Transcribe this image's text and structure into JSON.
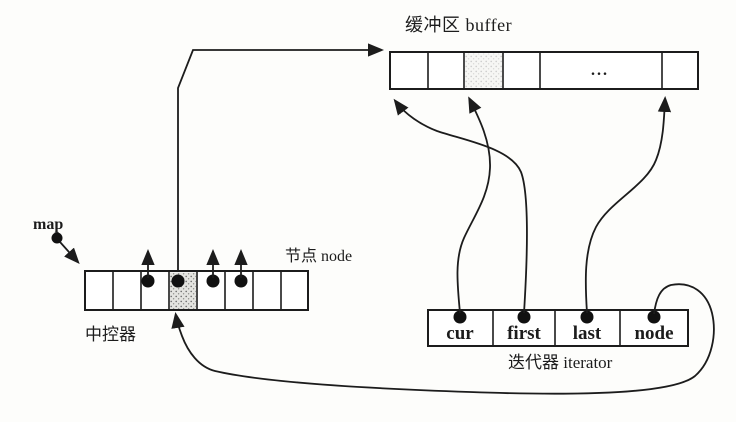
{
  "buffer": {
    "label": "缓冲区 buffer",
    "ellipsis": "..."
  },
  "map": {
    "pointer_label": "map",
    "node_label": "节点 node",
    "controller_label": "中控器"
  },
  "iterator": {
    "label": "迭代器 iterator",
    "fields": [
      "cur",
      "first",
      "last",
      "node"
    ]
  },
  "colors": {
    "ink": "#1c1c1c",
    "background": "#fdfdfb",
    "shaded_cell_bg": "#e4e4e0",
    "shaded_cell_dot": "#6b6b6b"
  }
}
